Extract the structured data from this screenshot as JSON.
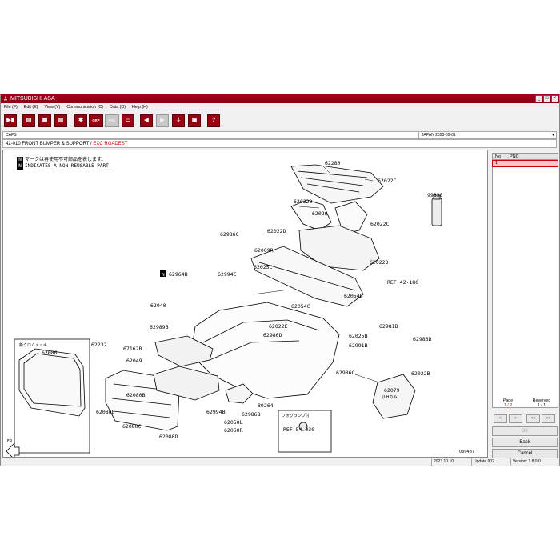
{
  "window": {
    "title": "MITSUBISHI ASA",
    "minimize": "_",
    "maximize": "□",
    "close": "×"
  },
  "menu": [
    "File (F)",
    "Edit (E)",
    "View (V)",
    "Communication (C)",
    "Data (D)",
    "Help (H)"
  ],
  "toolbar": {
    "grp_label": "GRP",
    "pnc_label": "PNC",
    "help_label": "?"
  },
  "caps": {
    "label": "CAPS",
    "select_value": "JAPAN   2023-09-01"
  },
  "path": {
    "group": "42-010  FRONT BUMPER & SUPPORT / ",
    "subtitle": "EXC RGADEST"
  },
  "notes": {
    "mark": "N",
    "jp": "マークは再使用不可部品を表します。",
    "en": "INDICATES A NON-REUSABLE PART."
  },
  "diagram": {
    "labels": [
      "62280",
      "62022C",
      "62022D",
      "62026",
      "62022C",
      "62022D",
      "62022D",
      "99338",
      "62986C",
      "62009R",
      "62025C",
      "62994C",
      "62964B",
      "62054B",
      "REF.42-180",
      "62040",
      "62054C",
      "62022E",
      "62986D",
      "62981B",
      "62989B",
      "62025B",
      "62986D",
      "62232",
      "67162B",
      "62991B",
      "62049",
      "62986C",
      "62022B",
      "62080",
      "62080B",
      "62079",
      "(LHのみ)",
      "62080E",
      "62080C",
      "62080D",
      "62994B",
      "62050L",
      "62050R",
      "62986B",
      "80264",
      "REF.54-030",
      "FR",
      "080487"
    ],
    "chrome_label": "新クロムメッキ",
    "fog_label": "フォグランプ付",
    "neg_mark": "N"
  },
  "pnc_table": {
    "headers": [
      "No",
      "PNC"
    ],
    "selected_row": "1"
  },
  "paging": {
    "page_label": "Page",
    "page_value": "1 / 2",
    "reserved_label": "Reserved",
    "reserved_value": "1 / 1",
    "prev": "<",
    "next": ">",
    "first": "<<",
    "last": ">>"
  },
  "actions": {
    "ok": "OK",
    "back": "Back",
    "cancel": "Cancel"
  },
  "status": {
    "date": "2023.10.10",
    "update": "Update 902",
    "version": "Version: 1.8.0.0"
  },
  "colors": {
    "brand": "#9a0010",
    "selection": "#f8c8c8",
    "accent_red": "#cc0000"
  }
}
